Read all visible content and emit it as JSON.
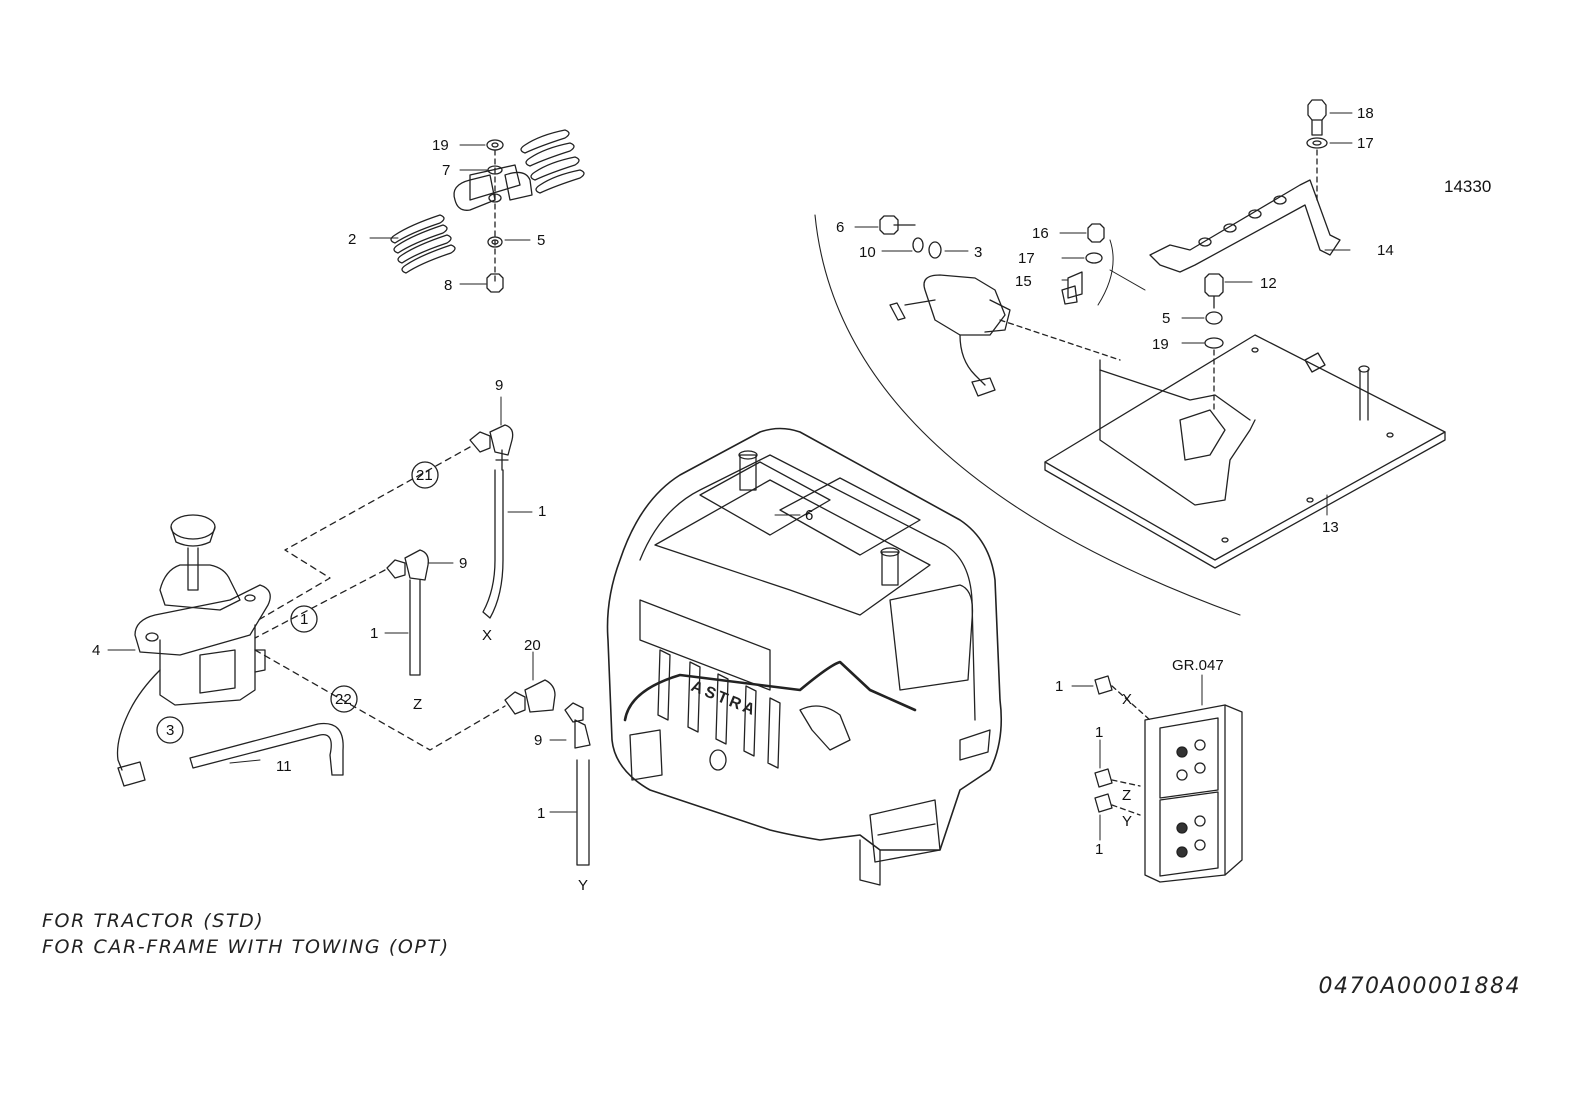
{
  "drawing": {
    "sheet_number": "14330",
    "code": "0470A00001884",
    "notes": [
      "FOR TRACTOR (STD)",
      "FOR CAR-FRAME WITH TOWING (OPT)"
    ],
    "group_ref": "GR.047"
  },
  "callouts": {
    "springs": {
      "washer_top": "19",
      "plate": "7",
      "spring": "2",
      "washer": "5",
      "nut": "8"
    },
    "bracket": {
      "bolt": "18",
      "washer": "17",
      "bracket": "14",
      "sheet_no": "14330"
    },
    "valve": {
      "screw": "6",
      "washer_a": "10",
      "washer_b": "3",
      "nut": "16",
      "washer_c": "17",
      "bolt": "15",
      "bolt_b": "12",
      "washer_d": "5",
      "washer_e": "19",
      "plate": "13"
    },
    "hoses": {
      "elbow_top": "9",
      "hose_x": "1",
      "label_x": "X",
      "elbow_mid": "9",
      "hose_z": "1",
      "label_z": "Z",
      "tee": "20",
      "elbow_low": "9",
      "hose_y": "1",
      "label_y": "Y",
      "circle_21": "21",
      "circle_1": "1",
      "circle_22": "22",
      "circle_3": "3"
    },
    "lever": {
      "valve": "4",
      "hose": "11"
    },
    "cab": {
      "roof": "6"
    },
    "connector": {
      "plug_x": "1",
      "x": "X",
      "plug_z": "1",
      "z": "Z",
      "y": "Y",
      "plug_y": "1",
      "group": "GR.047"
    }
  }
}
